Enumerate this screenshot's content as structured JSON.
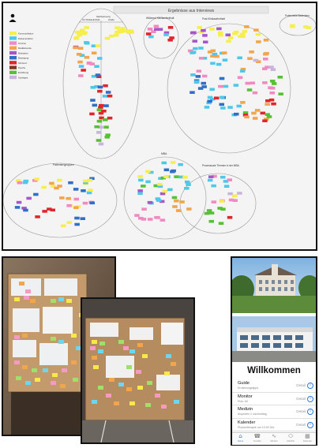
{
  "mindmap": {
    "title": "Ergebnisse aus Interviews",
    "clusters": [
      {
        "label": "Nachbetreuung"
      },
      {
        "label": "Patientengruppen"
      },
      {
        "label": "Während Klinikaufenthalt"
      },
      {
        "label": "Post Klinikaufenthalt"
      },
      {
        "label": "Potenzielle Bedenken"
      },
      {
        "label": "Vor Klinikaufenthalt"
      },
      {
        "label": "Inhalte"
      },
      {
        "label": "MBA"
      },
      {
        "label": "Prozessuale Themen in der MBA"
      }
    ],
    "legend": [
      {
        "label": "Kommunikation",
        "color": "#f6ee4a"
      },
      {
        "label": "Dokumentation",
        "color": "#4ec8e8"
      },
      {
        "label": "Termine",
        "color": "#f08ac0"
      },
      {
        "label": "Medikamente",
        "color": "#f2a54a"
      },
      {
        "label": "Motivation",
        "color": "#a855c8"
      },
      {
        "label": "Bewegung",
        "color": "#2f6fc8"
      },
      {
        "label": "Schmerz",
        "color": "#e0262c"
      },
      {
        "label": "Psyche",
        "color": "#7b3b2a"
      },
      {
        "label": "Ernährung",
        "color": "#58c034"
      },
      {
        "label": "Sonstiges",
        "color": "#c8b4dc"
      }
    ]
  },
  "phone": {
    "title": "Willkommen",
    "items": [
      {
        "title": "Guide",
        "subtitle": "Ernährungstipps",
        "action": "Detail"
      },
      {
        "title": "Monitor",
        "subtitle": "Puls: 60",
        "action": "Detail"
      },
      {
        "title": "Medizin",
        "subtitle": "Ibuprofen 2 nachmittag",
        "action": "Detail"
      },
      {
        "title": "Kalender",
        "subtitle": "Physiotherapie um 10:00 Uhr",
        "action": "Detail"
      }
    ],
    "tabs": [
      {
        "label": "Home",
        "icon": "home-icon"
      },
      {
        "label": "Kontakt",
        "icon": "phone-icon"
      },
      {
        "label": "Monitor",
        "icon": "pulse-icon"
      },
      {
        "label": "Medizin",
        "icon": "pill-icon"
      },
      {
        "label": "Kalender",
        "icon": "calendar-icon"
      }
    ]
  }
}
